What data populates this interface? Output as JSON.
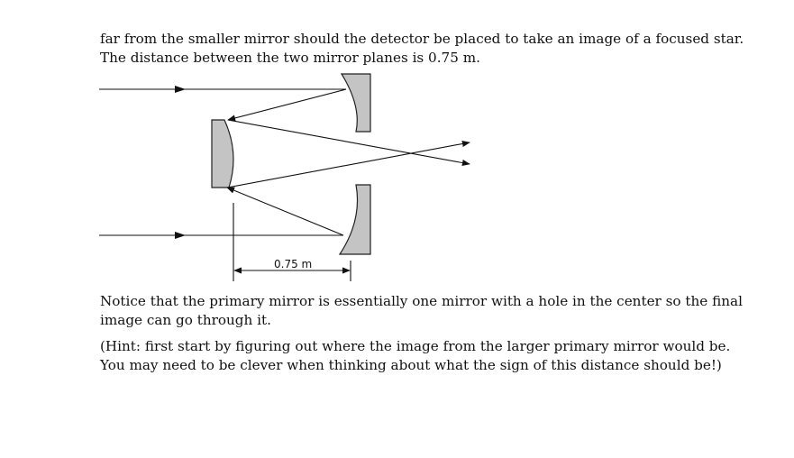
{
  "text": {
    "intro_line1": "far from the smaller mirror should the detector be placed to take an image of a focused star.",
    "intro_line2": "The distance between the two mirror planes is 0.75 m.",
    "notice_line1": "Notice that the primary mirror is essentially one mirror with a hole in the center so the final",
    "notice_line2": "image can go through it.",
    "hint_line1": "(Hint: first start by figuring out where the image from the larger primary mirror would be.",
    "hint_line2": "You may need to be clever when thinking about what the sign of this distance should be!)"
  },
  "diagram": {
    "distance_label": "0.75 m",
    "mirror_fill": "#c4c4c4",
    "line_color": "#111111"
  }
}
